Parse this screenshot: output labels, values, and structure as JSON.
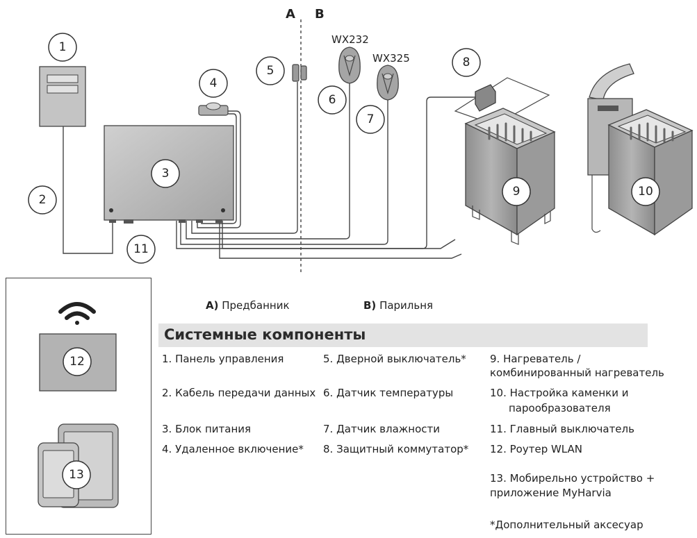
{
  "zones": {
    "a": "A",
    "b": "B"
  },
  "models": {
    "wx232": "WX232",
    "wx325": "WX325"
  },
  "callouts": [
    "1",
    "2",
    "3",
    "4",
    "5",
    "6",
    "7",
    "8",
    "9",
    "10",
    "11",
    "12",
    "13"
  ],
  "zone_legend": {
    "a_letter": "A)",
    "a_text": " Предбанник",
    "b_letter": "B)",
    "b_text": " Парильня"
  },
  "section_title": "Системные компоненты",
  "components": {
    "c1": "1. Панель управления",
    "c2": "2. Кабель передачи данных",
    "c3": "3. Блок питания",
    "c4": "4. Удаленное включение*",
    "c5": "5. Дверной выключатель*",
    "c6": "6. Датчик температуры",
    "c7": "7. Датчик влажности",
    "c8": "8. Защитный коммутатор*",
    "c9_line1": "9. Нагреватель /",
    "c9_line2": "комбинированный нагреватель",
    "c10_line1": "10. Настройка каменки и",
    "c10_line2": "парообразователя",
    "c11": "11.  Главный выключатель",
    "c12": "12. Роутер WLAN",
    "c13_line1": "13. Мобирельно устройство +",
    "c13_line2": "приложение MyHarvia"
  },
  "footnote": "*Дополнительный аксесуар",
  "icons": [
    "wifi-icon",
    "tablet-icon",
    "phone-icon"
  ],
  "colors": {
    "device_fill": "#b9b9b9",
    "device_dark": "#8c8c8c",
    "line": "#444444",
    "bar": "#e3e3e3"
  }
}
